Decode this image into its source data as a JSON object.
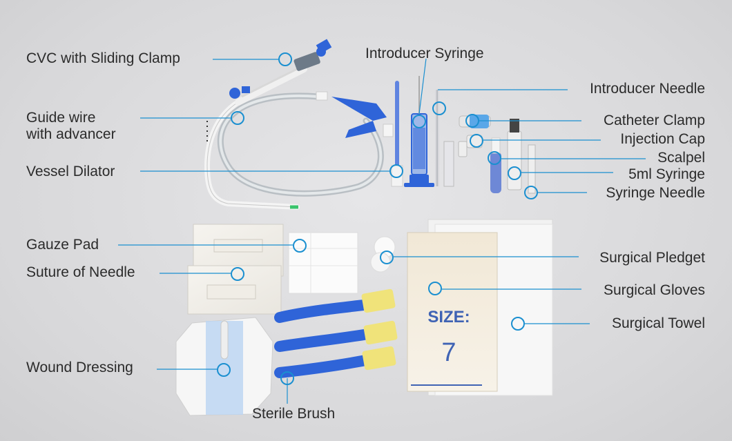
{
  "labels": {
    "cvc": "CVC with Sliding Clamp",
    "guide_wire_1": "Guide wire",
    "guide_wire_2": "with advancer",
    "vessel_dilator": "Vessel Dilator",
    "introducer_syringe": "Introducer Syringe",
    "introducer_needle": "Introducer Needle",
    "catheter_clamp": "Catheter Clamp",
    "injection_cap": "Injection Cap",
    "scalpel": "Scalpel",
    "syringe_5ml": "5ml Syringe",
    "syringe_needle": "Syringe Needle",
    "gauze_pad": "Gauze Pad",
    "suture": "Suture of Needle",
    "wound_dressing": "Wound Dressing",
    "sterile_brush": "Sterile Brush",
    "surgical_pledget": "Surgical Pledget",
    "surgical_gloves": "Surgical Gloves",
    "surgical_towel": "Surgical Towel"
  },
  "glove_pack": {
    "size_label": "SIZE:",
    "size_value": "7"
  },
  "colors": {
    "marker": "#1a8fd0",
    "accent_blue": "#2f64d8",
    "text": "#2b2b2b"
  }
}
